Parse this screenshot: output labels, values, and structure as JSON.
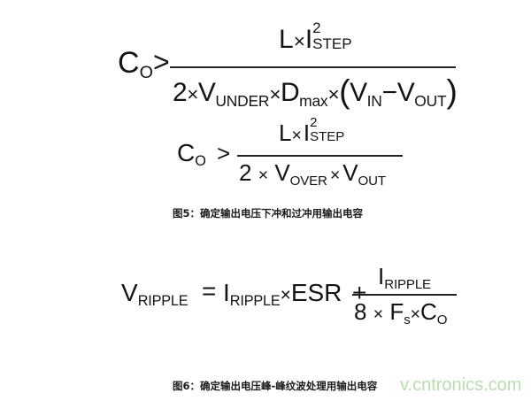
{
  "equation1": {
    "lhs": {
      "symbol": "C",
      "sub": "O"
    },
    "relation": ">",
    "numerator": {
      "L": "L",
      "times": "×",
      "I": "I",
      "sup": "2",
      "sub": "STEP"
    },
    "denominator": {
      "two": "2",
      "times1": "×",
      "V": "V",
      "V_sub": "UNDER",
      "times2": "×",
      "D": "D",
      "D_sub": "max",
      "times3": "×",
      "lparen": "(",
      "Vin": "V",
      "Vin_sub": "IN",
      "minus": "−",
      "Vout": "V",
      "Vout_sub": "OUT",
      "rparen": ")"
    }
  },
  "equation2": {
    "lhs": {
      "symbol": "C",
      "sub": "O"
    },
    "relation": ">",
    "numerator": {
      "L": "L",
      "times": "×",
      "I": "I",
      "sup": "2",
      "sub": "STEP"
    },
    "denominator": {
      "two": "2",
      "times1": "×",
      "V": "V",
      "V_sub": "OVER",
      "times2": "×",
      "Vout": "V",
      "Vout_sub": "OUT"
    }
  },
  "caption1": "图5：确定输出电压下冲和过冲用输出电容",
  "equation3": {
    "lhs": {
      "symbol": "V",
      "sub": "RIPPLE"
    },
    "relation": "=",
    "term1": {
      "I": "I",
      "I_sub": "RIPPLE",
      "times": "×",
      "ESR": "ESR"
    },
    "plus": "+",
    "numerator": {
      "I": "I",
      "sub": "RIPPLE"
    },
    "denominator": {
      "eight": "8",
      "times1": "×",
      "F": "F",
      "F_sub": "s",
      "times2": "×",
      "C": "C",
      "C_sub": "O"
    }
  },
  "caption2": "图6：确定输出电压峰-峰纹波处理用输出电容",
  "watermark": "www.cntronics.com",
  "watermark_visible": "v.cntronics.com",
  "colors": {
    "text": "#141414",
    "watermark": "#b9dcb0",
    "background": "#ffffff"
  }
}
